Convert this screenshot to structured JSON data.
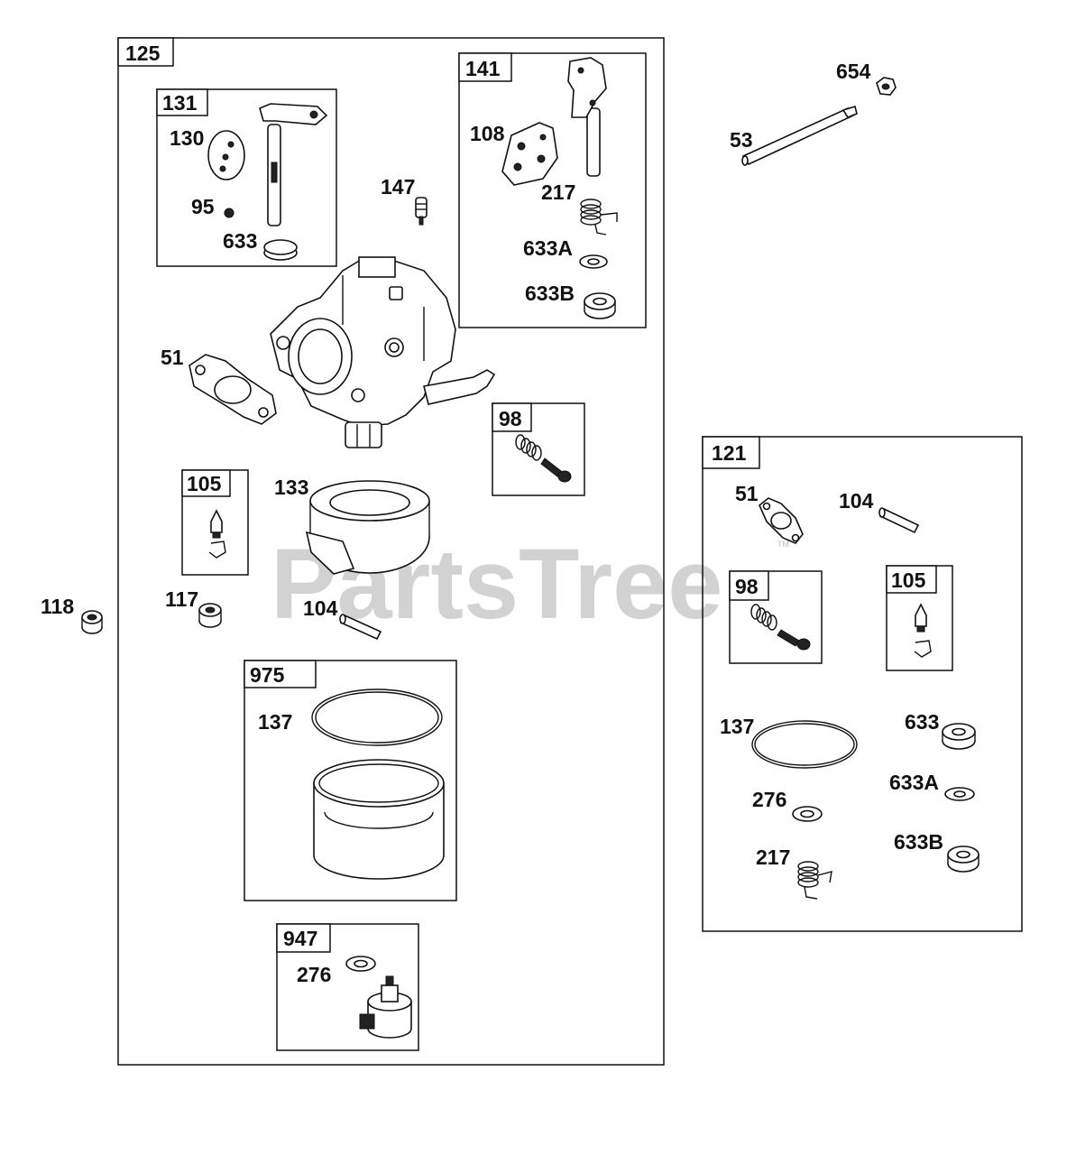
{
  "watermark": "PartsTree",
  "watermark_tm": "TM",
  "groups": {
    "g125": "125",
    "g131": "131",
    "g141": "141",
    "g98a": "98",
    "g105a": "105",
    "g975": "975",
    "g947": "947",
    "g121": "121",
    "g98b": "98",
    "g105b": "105"
  },
  "labels": {
    "l654": "654",
    "l53": "53",
    "l130": "130",
    "l95": "95",
    "l633_131": "633",
    "l147": "147",
    "l108": "108",
    "l217_141": "217",
    "l633A_141": "633A",
    "l633B_141": "633B",
    "l51": "51",
    "l133": "133",
    "l118": "118",
    "l117": "117",
    "l104": "104",
    "l137_975": "137",
    "l276_947": "276",
    "l51_121": "51",
    "l104_121": "104",
    "l137_121": "137",
    "l633_121": "633",
    "l633A_121": "633A",
    "l276_121": "276",
    "l217_121": "217",
    "l633B_121": "633B"
  }
}
